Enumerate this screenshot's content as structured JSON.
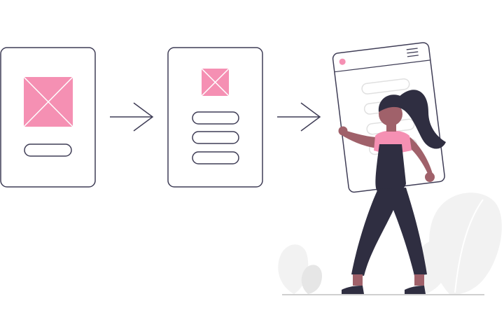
{
  "colors": {
    "background": "#ffffff",
    "outline": "#3f3d56",
    "accent": "#f590b3",
    "card_fill": "#ffffff",
    "light_gray": "#f2f2f2",
    "mid_gray": "#e6e6e6",
    "line_gray": "#cfcfcf",
    "skin": "#a0616a",
    "dark": "#2f2e41",
    "hair": "#2f2e41"
  },
  "icons": {
    "arrow": "arrow-right-icon",
    "image_placeholder": "image-placeholder-icon",
    "hamburger": "hamburger-menu-icon"
  },
  "illustration": {
    "stages": [
      "wireframe-image-only",
      "wireframe-image-and-list",
      "finished-interface"
    ]
  }
}
